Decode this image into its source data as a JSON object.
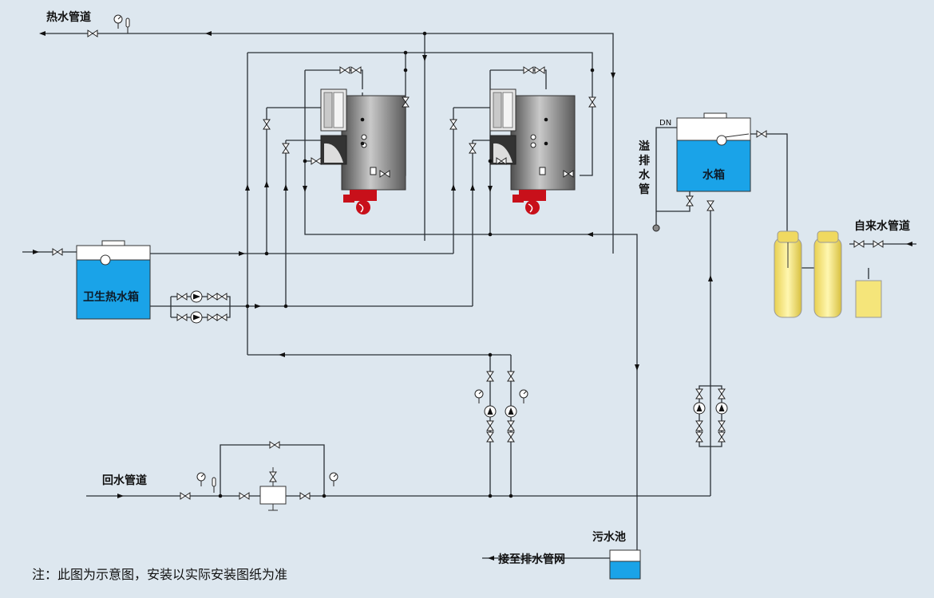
{
  "labels": {
    "hot_water_pipe": "热水管道",
    "return_water_pipe": "回水管道",
    "sanitary_hot_tank": "卫生热水箱",
    "water_tank": "水箱",
    "tap_water_pipe": "自来水管道",
    "overflow_drain": [
      "溢",
      "排",
      "水",
      "管"
    ],
    "dn": "DN",
    "sewage_pool": "污水池",
    "to_drainage": "接至排水管网",
    "note": "注：此图为示意图，安装以实际安装图纸为准"
  },
  "colors": {
    "background": "#dde7ef",
    "pipe": "#2a2f35",
    "water": "#1aa3e8",
    "boiler_body": "#7d7d7d",
    "burner": "#c8101a",
    "softener": "#f5e57a"
  }
}
